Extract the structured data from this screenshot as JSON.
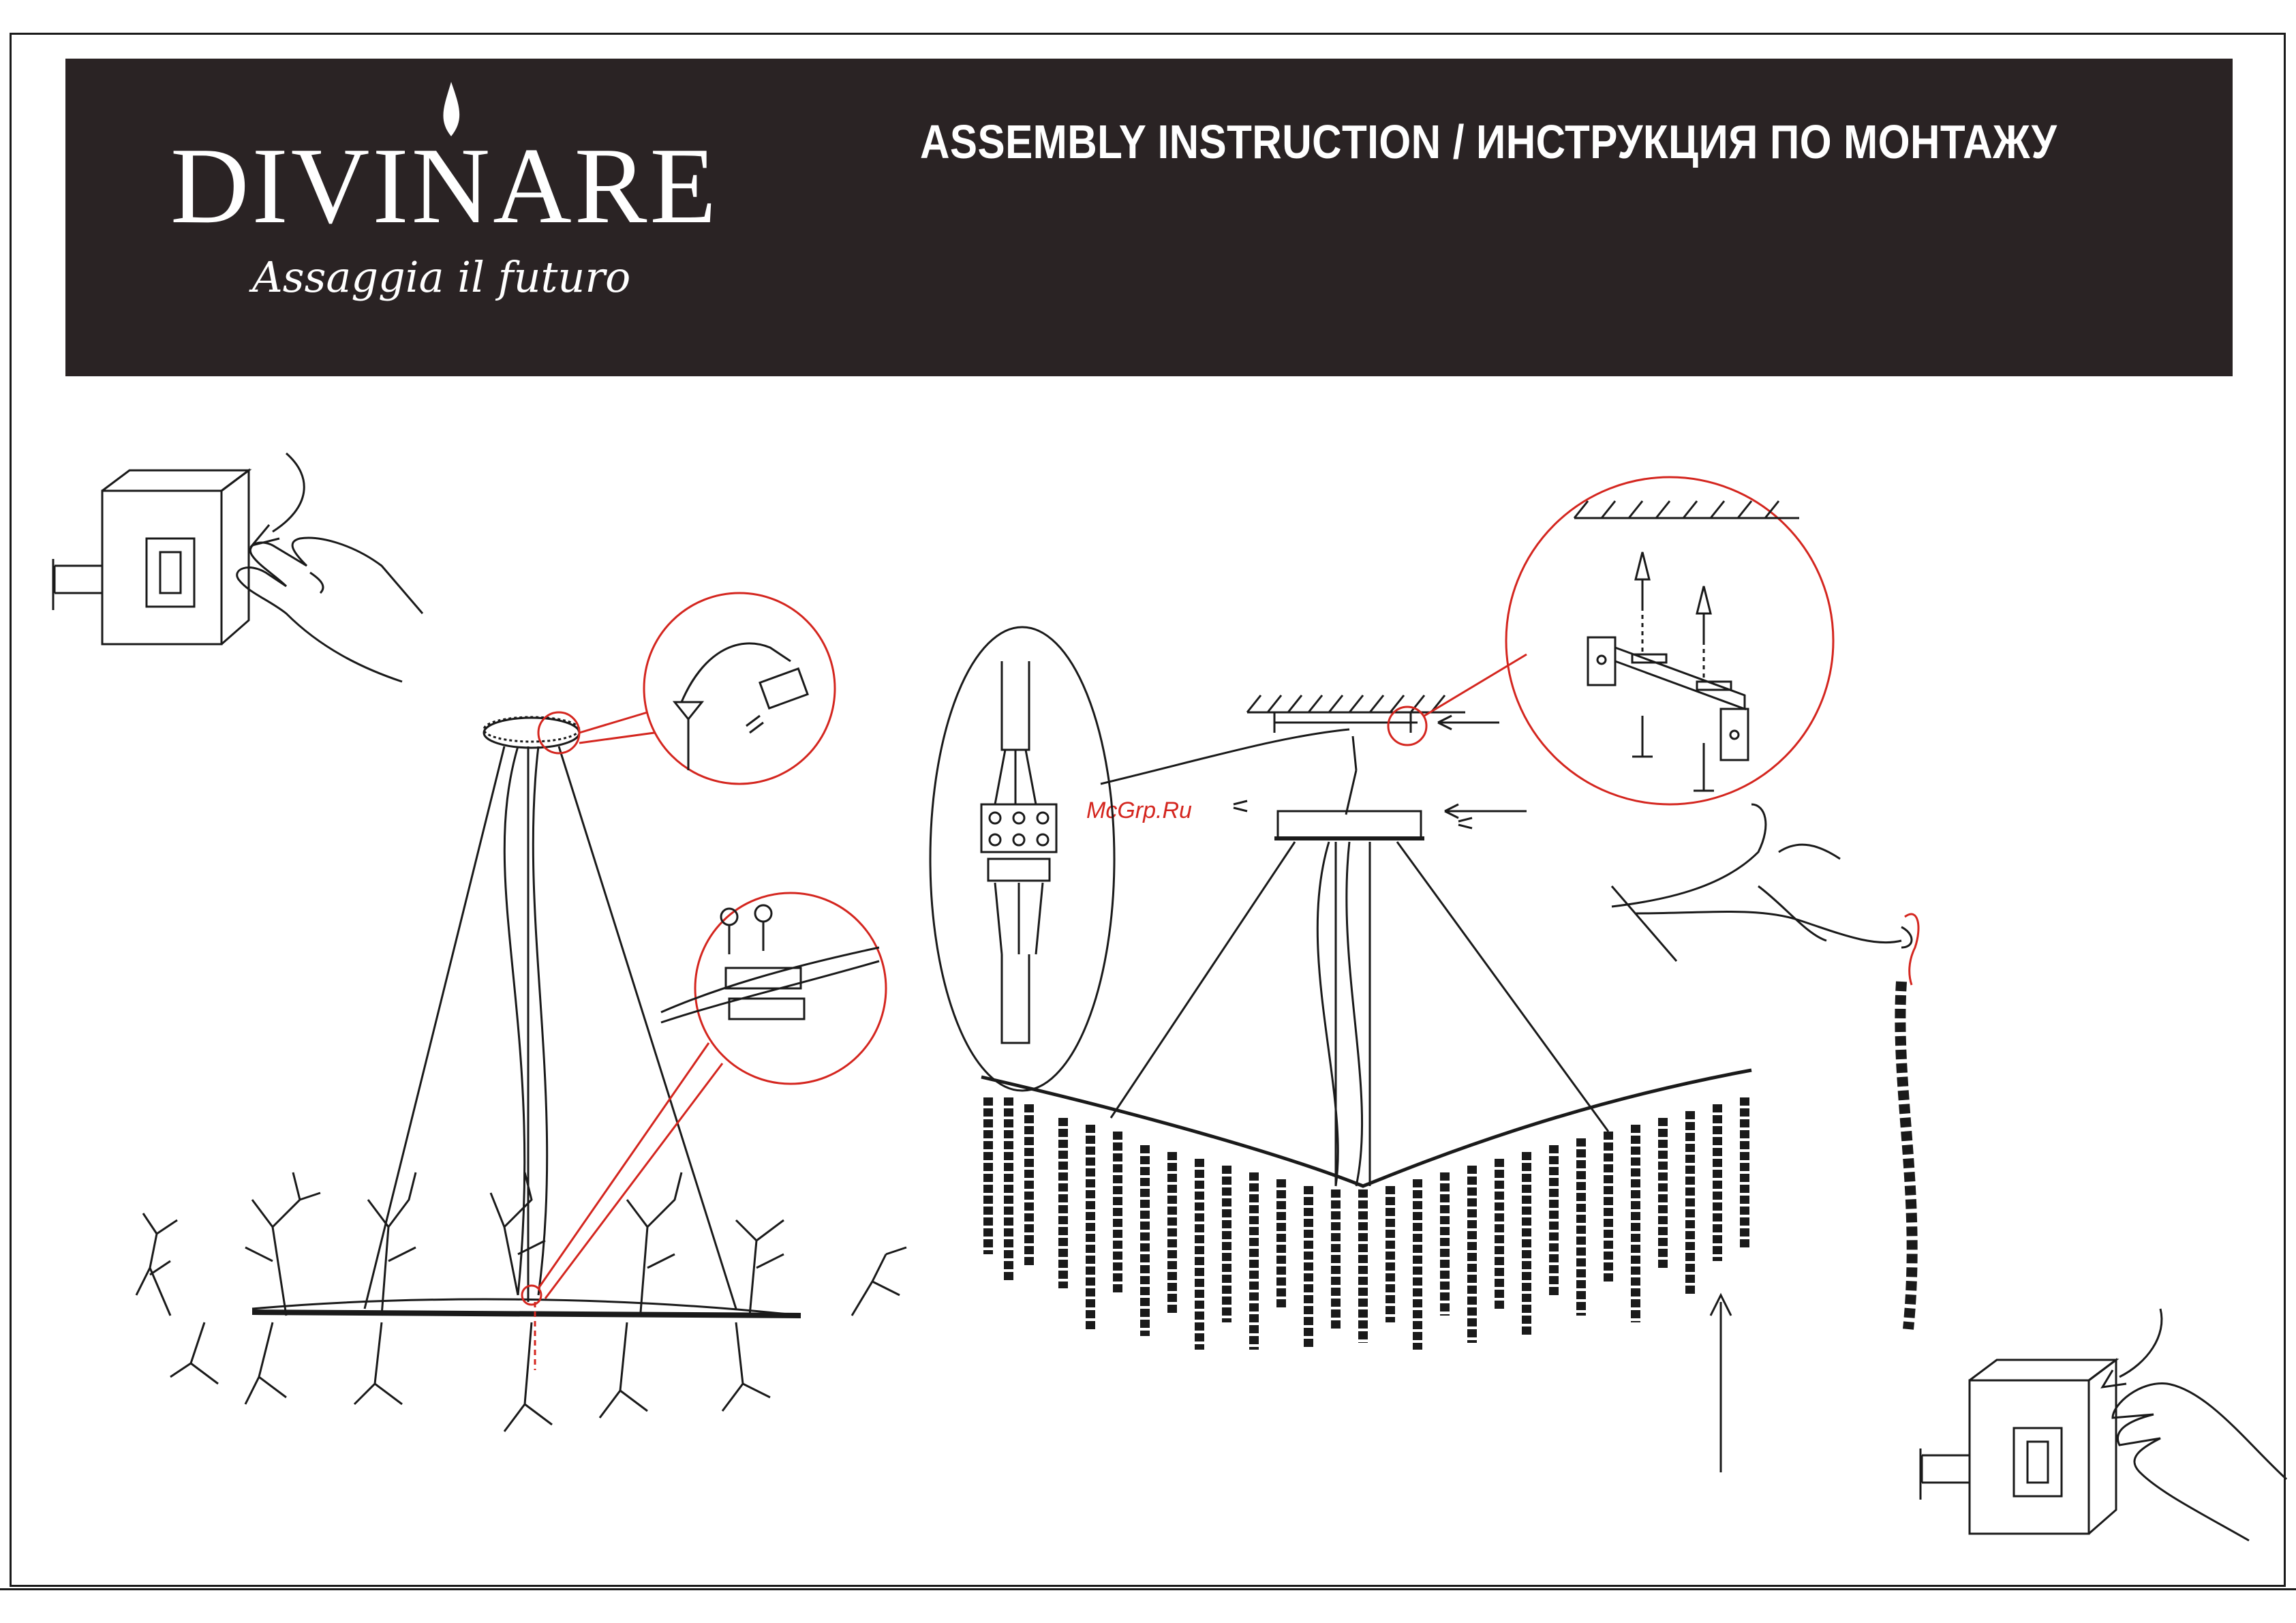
{
  "brand": {
    "name": "DIVINARE",
    "tagline": "Assaggia il futuro"
  },
  "header": {
    "title": "ASSEMBLY INSTRUCTION / ИНСТРУКЦИЯ ПО МОНТАЖУ"
  },
  "watermark": "McGrp.Ru",
  "colors": {
    "banner": "#2a2324",
    "accent": "#d4261f",
    "line": "#1a1a1a"
  },
  "icons": [
    "flame-icon",
    "wall-switch-icon",
    "hand-icon",
    "curved-arrow-icon",
    "screw-icon",
    "dowel-icon",
    "terminal-block-icon",
    "mounting-bracket-icon",
    "branch-icon",
    "crystal-strand-icon"
  ]
}
